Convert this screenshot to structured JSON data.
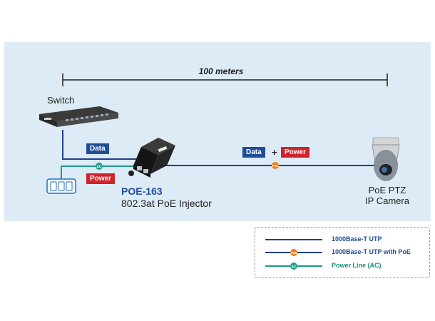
{
  "distance_label": "100 meters",
  "switch_label": "Switch",
  "tags": {
    "data_left": "Data",
    "power_left": "Power",
    "data_right": "Data",
    "plus": "+",
    "power_right": "Power"
  },
  "injector": {
    "model": "POE-163",
    "description": "802.3at PoE Injector",
    "front_text": "PLANET"
  },
  "camera": {
    "line1": "PoE PTZ",
    "line2": "IP Camera"
  },
  "badges": {
    "ac": "AC",
    "poe": "PoE"
  },
  "legend": {
    "items": [
      {
        "label": "1000Base-T UTP",
        "type": "utp"
      },
      {
        "label": "1000Base-T UTP with PoE",
        "type": "poe"
      },
      {
        "label": "Power Line (AC)",
        "type": "ac"
      }
    ]
  },
  "colors": {
    "background_panel": "#dcebf5",
    "utp_line": "#1f3f8f",
    "ac_line": "#1b9a8a",
    "poe_badge": "#f07d1c",
    "data_tag": "#1f4e96",
    "power_tag": "#d0232a",
    "model_text": "#1f4ea0"
  }
}
